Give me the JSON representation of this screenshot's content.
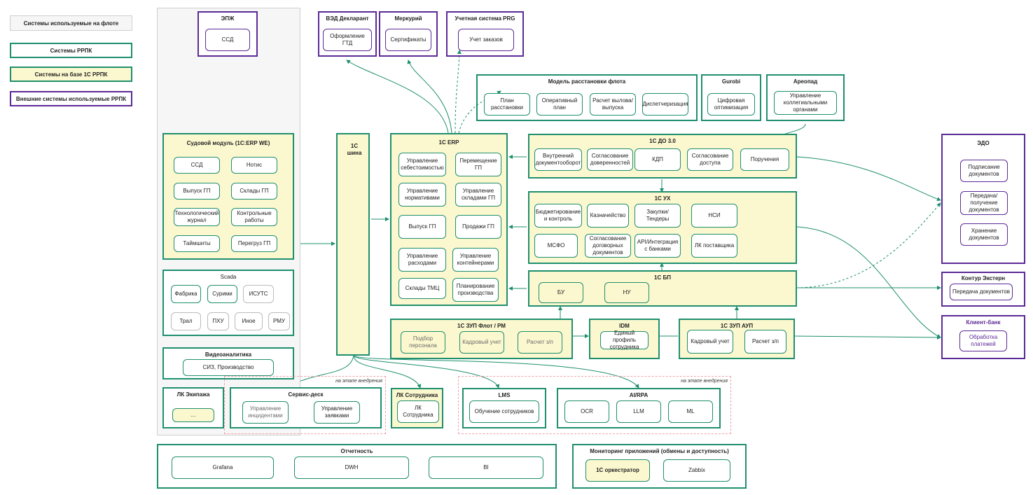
{
  "legend": {
    "gray": "Системы используемые на флоте",
    "green": "Системы РРПК",
    "yellow": "Системы на базе 1С РРПК",
    "purple": "Внешние системы используемые РРПК"
  },
  "colors": {
    "green": "#1f8f6e",
    "yellow": "#fbf8cf",
    "purple": "#5b2a97",
    "gray": "#f6f6f6"
  },
  "epzh": {
    "title": "ЭПЖ",
    "item": "ССД"
  },
  "ved": {
    "title": "ВЭД Декларант",
    "item": "Оформление ГТД"
  },
  "mercury": {
    "title": "Меркурий",
    "item": "Сертификаты"
  },
  "prg": {
    "title": "Учетная система PRG",
    "item": "Учет заказов"
  },
  "fleet_model": {
    "title": "Модель расстановки флота",
    "items": [
      "План расстановки",
      "Оперативный план",
      "Расчет вылова/ выпуска",
      "Диспетчеризация"
    ]
  },
  "gurobi": {
    "title": "Gurobi",
    "item": "Цифровая оптимизация"
  },
  "areopad": {
    "title": "Ареопад",
    "item": "Управление коллегиальными органами"
  },
  "ship_module": {
    "title": "Судовой модуль (1С:ERP WE)",
    "items": [
      "ССД",
      "Нотис",
      "Выпуск ГП",
      "Склады ГП",
      "Технологический журнал",
      "Контрольные работы",
      "Таймшиты",
      "Перегруз ГП"
    ]
  },
  "scada": {
    "title": "Scada",
    "items": [
      "Фабрика",
      "Сурими",
      "ИСУТС",
      "Трал",
      "ПХУ",
      "Иное",
      "РМУ"
    ]
  },
  "video": {
    "title": "Видеоаналитика",
    "item": "СИЗ, Производство"
  },
  "crew": {
    "title": "ЛК Экипажа",
    "item": "..."
  },
  "servicedesk": {
    "title": "Сервис-деск",
    "items": [
      "Управление инцидентами",
      "Управление заявками"
    ]
  },
  "stage_note": "на этапе внедрения",
  "bus": {
    "title": "1С шина"
  },
  "erp": {
    "title": "1С ERP",
    "items": [
      "Управление себестоимостью",
      "Перемещение ГП",
      "Управление нормативами",
      "Управление складами ГП",
      "Выпуск ГП",
      "Продажи ГП",
      "Управление расходами",
      "Управление контейнерами",
      "Склады ТМЦ",
      "Планирование производства"
    ]
  },
  "do": {
    "title": "1С ДО 3.0",
    "items": [
      "Внутренний документооборот",
      "Согласование доверенностей",
      "КДП",
      "Согласование доступа",
      "Поручения"
    ]
  },
  "uh": {
    "title": "1С УХ",
    "items": [
      "Бюджетирование и контроль",
      "Казначейство",
      "Закупки/Тендеры",
      "НСИ",
      "МСФО",
      "Согласование договорных документов",
      "API/Интеграция с банками",
      "ЛК поставщика"
    ]
  },
  "bp": {
    "title": "1С БП",
    "items": [
      "БУ",
      "НУ"
    ]
  },
  "zup_fleet": {
    "title": "1С ЗУП Флот / РМ",
    "items": [
      "Подбор персонала",
      "Кадровый учет",
      "Расчет з/п"
    ]
  },
  "idm": {
    "title": "IDM",
    "item": "Единый профиль сотрудника"
  },
  "zup_aup": {
    "title": "1С ЗУП  АУП",
    "items": [
      "Кадровый учет",
      "Расчет з/п"
    ]
  },
  "employee": {
    "title": "ЛК Сотрудника",
    "item": "ЛК Сотрудника"
  },
  "lms": {
    "title": "LMS",
    "item": "Обучение сотрудников"
  },
  "airpa": {
    "title": "AI/RPA",
    "items": [
      "OCR",
      "LLM",
      "ML"
    ]
  },
  "edo": {
    "title": "ЭДО",
    "items": [
      "Подписание документов",
      "Передача/ получение документов",
      "Хранение документов"
    ]
  },
  "kontur": {
    "title": "Контур Экстерн",
    "item": "Передача документов"
  },
  "bank": {
    "title": "Клиент-банк",
    "item": "Обработка платежей"
  },
  "reports": {
    "title": "Отчетность",
    "items": [
      "Grafana",
      "DWH",
      "BI"
    ]
  },
  "monitoring": {
    "title": "Мониторинг приложений (обмены и доступность)",
    "items": [
      "1С оркестратор",
      "Zabbix"
    ]
  }
}
